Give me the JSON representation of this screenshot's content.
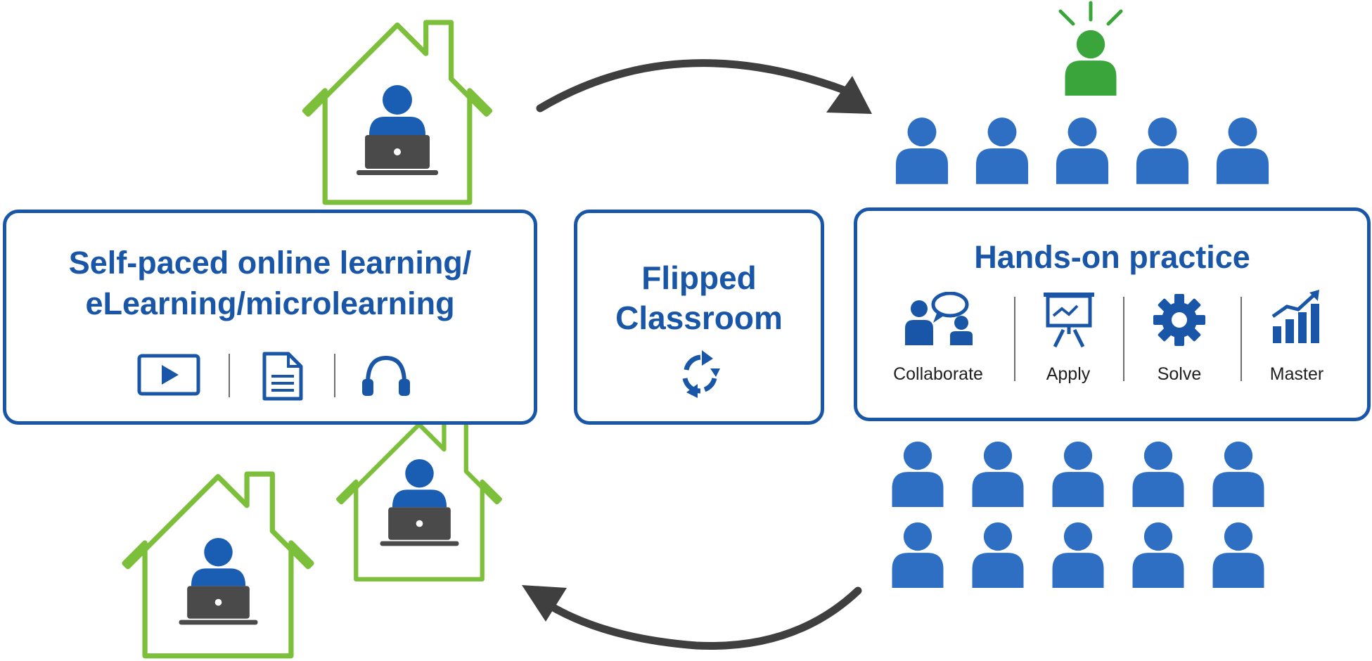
{
  "left_box": {
    "title_line1": "Self-paced online learning/",
    "title_line2": "eLearning/microlearning",
    "icons": [
      "video-play-icon",
      "document-icon",
      "headphones-icon"
    ]
  },
  "center_box": {
    "title_line1": "Flipped",
    "title_line2": "Classroom",
    "icon": "cycle-arrows-icon"
  },
  "right_box": {
    "title": "Hands-on practice",
    "items": [
      {
        "label": "Collaborate",
        "icon": "collaborate-icon"
      },
      {
        "label": "Apply",
        "icon": "presentation-board-icon"
      },
      {
        "label": "Solve",
        "icon": "gear-icon"
      },
      {
        "label": "Master",
        "icon": "growth-chart-icon"
      }
    ]
  },
  "colors": {
    "primary_blue": "#1a56a8",
    "person_blue": "#2e6fc4",
    "house_green": "#7cbf3a",
    "instructor_green": "#3aa53a",
    "laptop_gray": "#4a4a4a",
    "arrow_gray": "#3f3f3f"
  }
}
